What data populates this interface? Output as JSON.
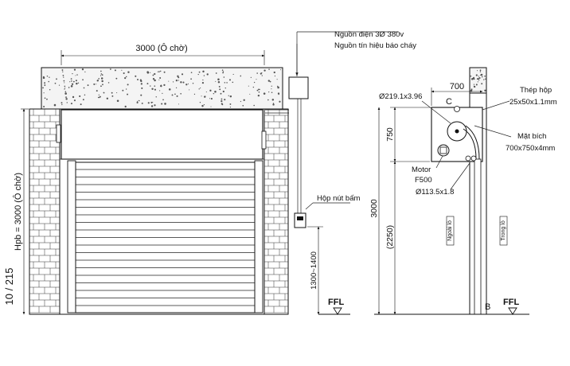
{
  "front_view": {
    "opening_width_label": "3000 (Ô chờ)",
    "height_label": "Hpb = 3000  (Ô chờ)",
    "wall_note": "10 / 215",
    "power_label": "Nguồn điện 3Ø 380v",
    "fire_signal_label": "Nguồn tín hiệu báo cháy",
    "button_box_label": "Hộp nút bấm",
    "button_height_label": "1300~1400",
    "floor_label": "FFL"
  },
  "side_view": {
    "width_label": "700",
    "height_box_label": "750",
    "height_total_label": "3000",
    "height_clear_label": "(2250)",
    "drum_label": "Ø219.1x3.96",
    "box_steel_label": "Thép hộp",
    "box_steel_size": "25x50x1.1mm",
    "flange_label": "Mặt bích",
    "flange_size": "700x750x4mm",
    "motor_label": "Motor",
    "motor_model": "F500",
    "shaft_label": "Ø113.5x1.8",
    "section_c": "C",
    "section_b": "B",
    "outside_label": "Ngoài lò",
    "inside_label": "Trong lò",
    "floor_label": "FFL"
  }
}
